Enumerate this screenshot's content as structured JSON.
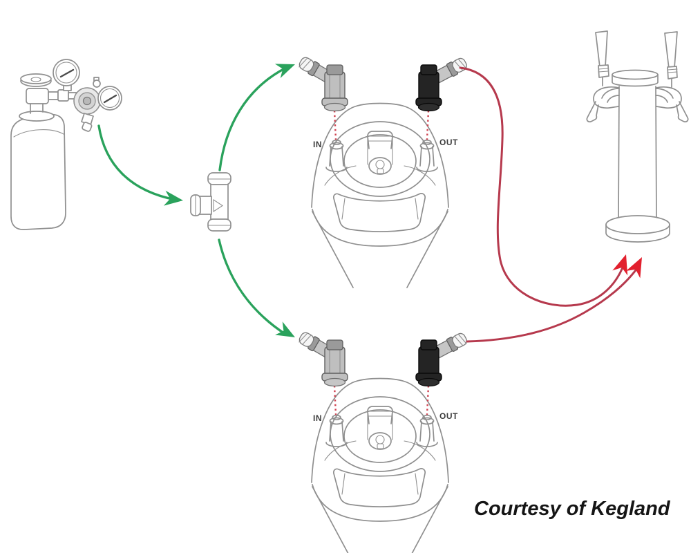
{
  "diagram": {
    "caption": "Courtesy of Kegland",
    "keg1": {
      "in_label": "IN",
      "out_label": "OUT"
    },
    "keg2": {
      "in_label": "IN",
      "out_label": "OUT"
    },
    "colors": {
      "gas_green": "#2aa25c",
      "beer_red": "#b6394d",
      "arrow_red": "#e2202e",
      "dotted_red": "#cf4250",
      "art_gray": "#8f8f8f",
      "text_dark": "#151515"
    }
  }
}
